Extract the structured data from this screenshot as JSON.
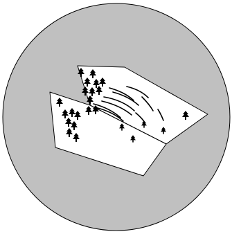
{
  "figure": {
    "background_color": "#ffffff",
    "disc_color": "#c0c0c0",
    "outline_color": "#000000",
    "sheet_fill_color": "#ffffff",
    "mark_color": "#000000",
    "elements": [
      "circular-field-of-view",
      "rear-planar-sheet",
      "front-planar-sheet",
      "tree-glyph-clusters",
      "curved-streak-marks"
    ]
  }
}
